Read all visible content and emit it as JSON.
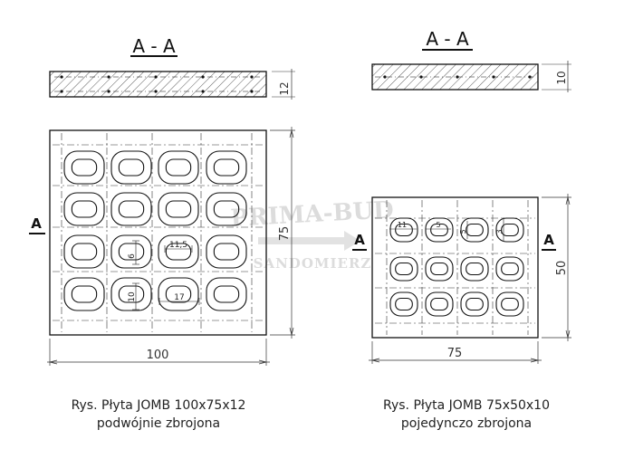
{
  "left": {
    "section_label": "A - A",
    "section_thickness": "12",
    "cut_marker": "A",
    "height_dim": "75",
    "width_dim": "100",
    "cell_dims": {
      "height_a": "6",
      "width_a": "11,5",
      "height_b": "10",
      "width_b": "17"
    },
    "caption_line1": "Rys. Płyta JOMB 100x75x12",
    "caption_line2": "podwójnie zbrojona"
  },
  "right": {
    "section_label": "A - A",
    "section_thickness": "10",
    "cut_marker": "A",
    "height_dim": "50",
    "width_dim": "75",
    "cell_dims": {
      "d1": "11",
      "d2": "5",
      "d3": "5",
      "d4": "3"
    },
    "caption_line1": "Rys. Płyta JOMB 75x50x10",
    "caption_line2": "pojedynczo zbrojona"
  },
  "watermark": {
    "line1": "PRIMA-BUD",
    "line2": "SANDOMIERZ"
  },
  "colors": {
    "line": "#1a1a1a",
    "dim": "#333333",
    "watermark": "#d8d8d8"
  }
}
